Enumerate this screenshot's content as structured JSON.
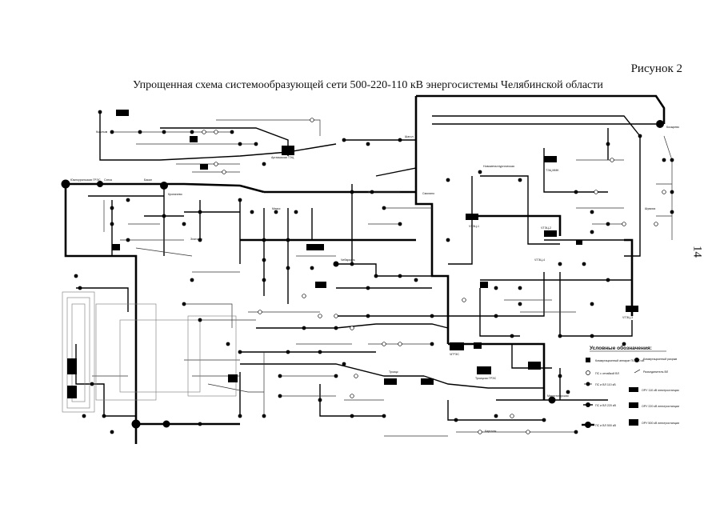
{
  "page_number": "14",
  "figure_label": "Рисунок 2",
  "title": "Упрощенная схема системообразующей сети 500-220-110 кВ энергосистемы Челябинской области",
  "legend": {
    "title": "Условные обозначения:",
    "items": [
      {
        "label": "Коммутационный аппарат ПС 110 кВ"
      },
      {
        "label": "ПС с отпайкой ВЛ"
      },
      {
        "label": "ПС и ВЛ 110 кВ"
      },
      {
        "label": "ПС и ВЛ 220 кВ"
      },
      {
        "label": "ПС и ВЛ 500 кВ"
      },
      {
        "label": "Коммутационный разрыв"
      },
      {
        "label": "Разъединитель ВЛ"
      },
      {
        "label": "ОРУ 110 кВ электростанции"
      },
      {
        "label": "ОРУ 220 кВ электростанции"
      },
      {
        "label": "ОРУ 500 кВ электростанции"
      }
    ]
  },
  "stations": [
    {
      "label": "Южноуральская ГРЭС"
    },
    {
      "label": "ЧТЭЦ-1"
    },
    {
      "label": "ЧТЭЦ-2"
    },
    {
      "label": "ЧТЭЦ-3"
    },
    {
      "label": "ЧТЭЦ-4"
    },
    {
      "label": "ЧГРЭС"
    },
    {
      "label": "Троицкая ГРЭС"
    },
    {
      "label": "ТЭЦ ММК"
    },
    {
      "label": "Аргаяшская ТЭЦ"
    },
    {
      "label": "Козырево"
    },
    {
      "label": "Шагол"
    },
    {
      "label": "Смолино"
    },
    {
      "label": "Новометаллургическая"
    },
    {
      "label": "Бакал"
    },
    {
      "label": "Магнитогорская"
    },
    {
      "label": "Сатка"
    },
    {
      "label": "Кропачево"
    },
    {
      "label": "Златоуст"
    },
    {
      "label": "Миасс"
    },
    {
      "label": "Чебаркуль"
    },
    {
      "label": "Троицк"
    },
    {
      "label": "Карталы"
    },
    {
      "label": "Шумиха"
    },
    {
      "label": "Кыштым"
    }
  ]
}
